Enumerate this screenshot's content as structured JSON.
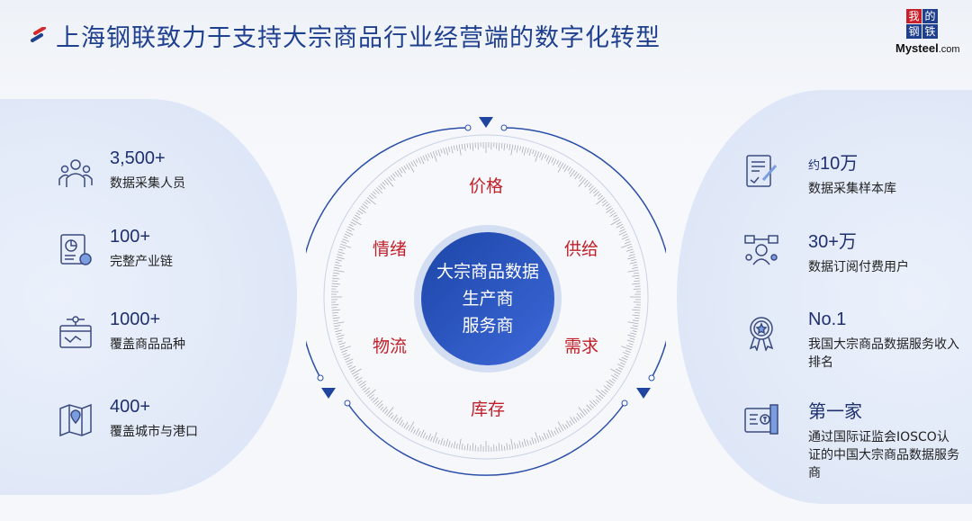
{
  "title": "上海钢联致力于支持大宗商品行业经营端的数字化转型",
  "logo": {
    "cells": [
      "我",
      "的",
      "钢",
      "铁"
    ],
    "en_main": "Mysteel",
    "en_suffix": ".com"
  },
  "center": {
    "lines": [
      "大宗商品数据",
      "生产商",
      "服务商"
    ]
  },
  "keywords": [
    "价格",
    "供给",
    "需求",
    "库存",
    "物流",
    "情绪"
  ],
  "left_items": [
    {
      "icon": "people-icon",
      "num": "3,500+",
      "label": "数据采集人员"
    },
    {
      "icon": "chain-report-icon",
      "num": "100+",
      "label": "完整产业链"
    },
    {
      "icon": "dashboard-icon",
      "num": "1000+",
      "label": "覆盖商品品种"
    },
    {
      "icon": "map-pin-icon",
      "num": "400+",
      "label": "覆盖城市与港口"
    }
  ],
  "right_items": [
    {
      "icon": "document-sign-icon",
      "prefix": "约",
      "num": "10万",
      "label": "数据采集样本库"
    },
    {
      "icon": "user-network-icon",
      "prefix": "",
      "num": "30+万",
      "label": "数据订阅付费用户"
    },
    {
      "icon": "award-icon",
      "prefix": "",
      "num": "No.1",
      "label": "我国大宗商品数据服务收入排名"
    },
    {
      "icon": "certificate-icon",
      "prefix": "",
      "num": "第一家",
      "label": "通过国际证监会IOSCO认证的中国大宗商品数据服务商"
    }
  ]
}
